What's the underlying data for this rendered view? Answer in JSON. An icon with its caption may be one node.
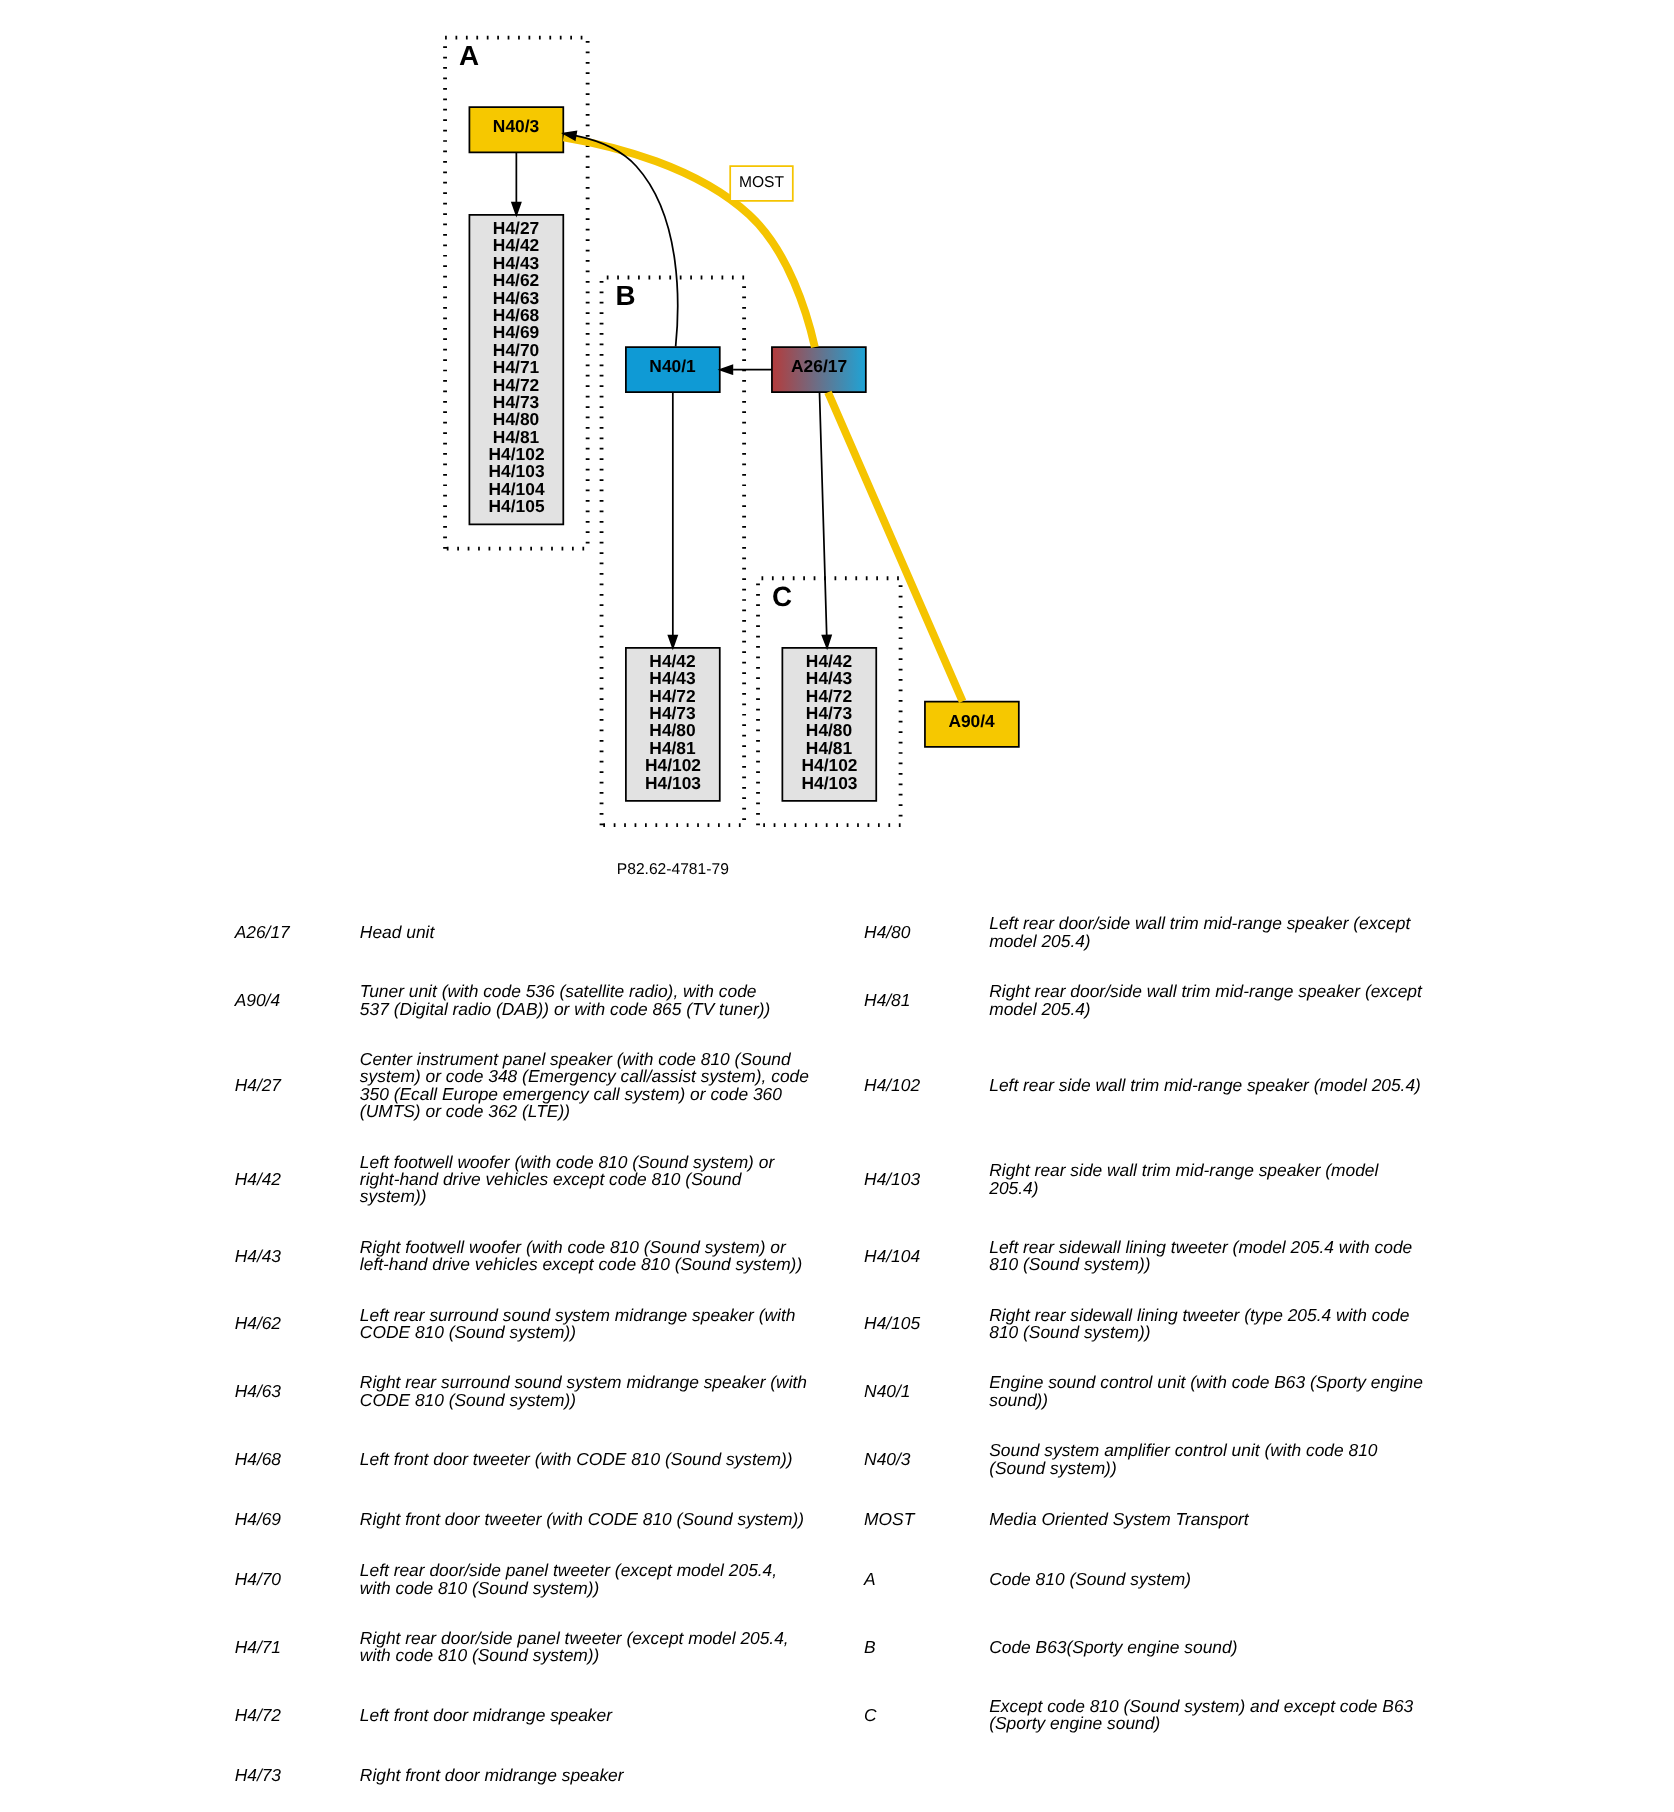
{
  "diagram": {
    "nodes": [
      {
        "text": [
          "A"
        ]
      },
      {
        "text": [
          "H4/27",
          "H4/42",
          "H4/43",
          "H4/62",
          "H4/63",
          "H4/68",
          "H4/69",
          "H4/70",
          "H4/71",
          "H4/72",
          "H4/73",
          "H4/80",
          "H4/81",
          "H4/102",
          "H4/103",
          "H4/104",
          "H4/105"
        ],
        "in": 0
      },
      {
        "text": [
          "N40/3"
        ],
        "in": 0
      },
      {
        "text": [
          "B"
        ]
      },
      {
        "text": [
          "N40/1"
        ],
        "in": 3
      },
      {
        "text": [
          "H4/42",
          "H4/43",
          "H4/72",
          "H4/73",
          "H4/80",
          "H4/81",
          "H4/102",
          "H4/103"
        ],
        "in": 3
      },
      {
        "text": [
          "C"
        ]
      },
      {
        "text": [
          "H4/42",
          "H4/43",
          "H4/72",
          "H4/73",
          "H4/80",
          "H4/81",
          "H4/102",
          "H4/103"
        ],
        "in": 6
      },
      {
        "text": [
          "A26/17"
        ]
      },
      {
        "text": [
          "A90/4"
        ]
      }
    ],
    "edges": [
      {
        "from": 2,
        "to": 1,
        "arrow": "to"
      },
      {
        "from": 2,
        "to": 8,
        "arrow": "none",
        "label": "MOST",
        "style": "thick",
        "color": "#f5c400"
      },
      {
        "from": 9,
        "to": 8,
        "arrow": "none",
        "style": "thick",
        "color": "#f5c400"
      },
      {
        "from": 8,
        "to": 4,
        "arrow": "to"
      },
      {
        "from": 8,
        "to": 7,
        "arrow": "to"
      },
      {
        "from": 4,
        "to": 2,
        "arrow": "to"
      },
      {
        "from": 4,
        "to": 5,
        "arrow": "to"
      }
    ],
    "labels": [
      "P82.62-4781-79",
      "A26/17",
      "Head unit",
      "A90/4",
      "Tuner unit (with code 536 (satellite radio), with code 537 (Digital radio (DAB)) or with code 865 (TV tuner))",
      "H4/27",
      "Center instrument panel speaker (with code 810 (Sound system) or code 348 (Emergency call/assist system), code 350 (Ecall Europe emergency call system) or code 360 (UMTS) or code 362 (LTE))",
      "H4/42",
      "Left footwell woofer (with code 810 (Sound system) or right-hand drive vehicles except code 810 (Sound system))",
      "H4/43",
      "Right footwell woofer (with code 810 (Sound system) or left-hand drive vehicles except code 810 (Sound system))",
      "H4/62",
      "Left rear surround sound system midrange speaker (with CODE 810 (Sound system))",
      "H4/63",
      "Right rear surround sound system midrange speaker (with CODE 810 (Sound system))",
      "H4/68",
      "Left front door tweeter (with CODE 810 (Sound system))",
      "H4/69",
      "Right front door tweeter (with CODE 810 (Sound system))",
      "H4/70",
      "Left rear door/side panel tweeter (except model 205.4, with code 810 (Sound system))",
      "H4/71",
      "Right rear door/side panel tweeter (except model 205.4, with code 810 (Sound system))",
      "H4/72",
      "Left front door midrange speaker",
      "H4/73",
      "Right front door midrange speaker",
      "H4/80",
      "Left rear door/side wall trim mid-range speaker (except model 205.4)",
      "H4/81",
      "Right rear door/side wall trim mid-range speaker (except model 205.4)",
      "H4/102",
      "Left rear side wall trim mid-range speaker (model 205.4)",
      "H4/103",
      "Right rear side wall trim mid-range speaker (model 205.4)",
      "H4/104",
      "Left rear sidewall lining tweeter (model 205.4 with code 810 (Sound system))",
      "H4/105",
      "Right rear sidewall lining tweeter (type 205.4 with code 810 (Sound system))",
      "N40/1",
      "Engine sound control unit (with code B63 (Sporty engine sound))",
      "N40/3",
      "Sound system amplifier control unit (with code 810 (Sound system))",
      "MOST",
      "Media Oriented System Transport",
      "A",
      "Code 810 (Sound system)",
      "B",
      "Code B63(Sporty engine sound)",
      "C",
      "Except code 810 (Sound system) and except code B63 (Sporty engine sound)"
    ]
  }
}
